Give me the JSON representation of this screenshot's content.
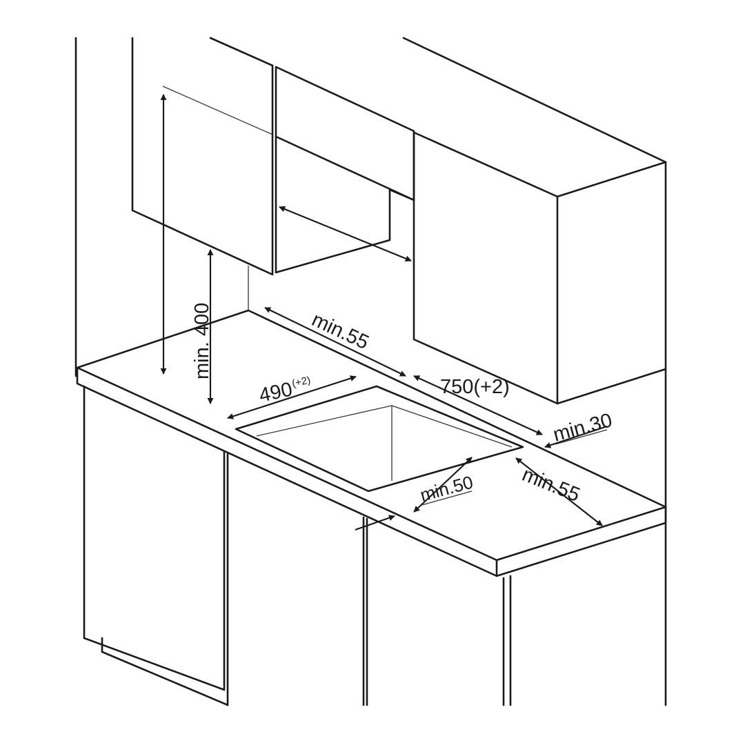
{
  "labels": {
    "wall_clearance_height": "min. 400",
    "back_clearance": "min.55",
    "cutout_depth_value": "490",
    "cutout_depth_tol": "(+2)",
    "cutout_width": "750(+2)",
    "side_clearance_right": "min.30",
    "front_clearance": "min.50",
    "right_clearance": "min.55"
  }
}
